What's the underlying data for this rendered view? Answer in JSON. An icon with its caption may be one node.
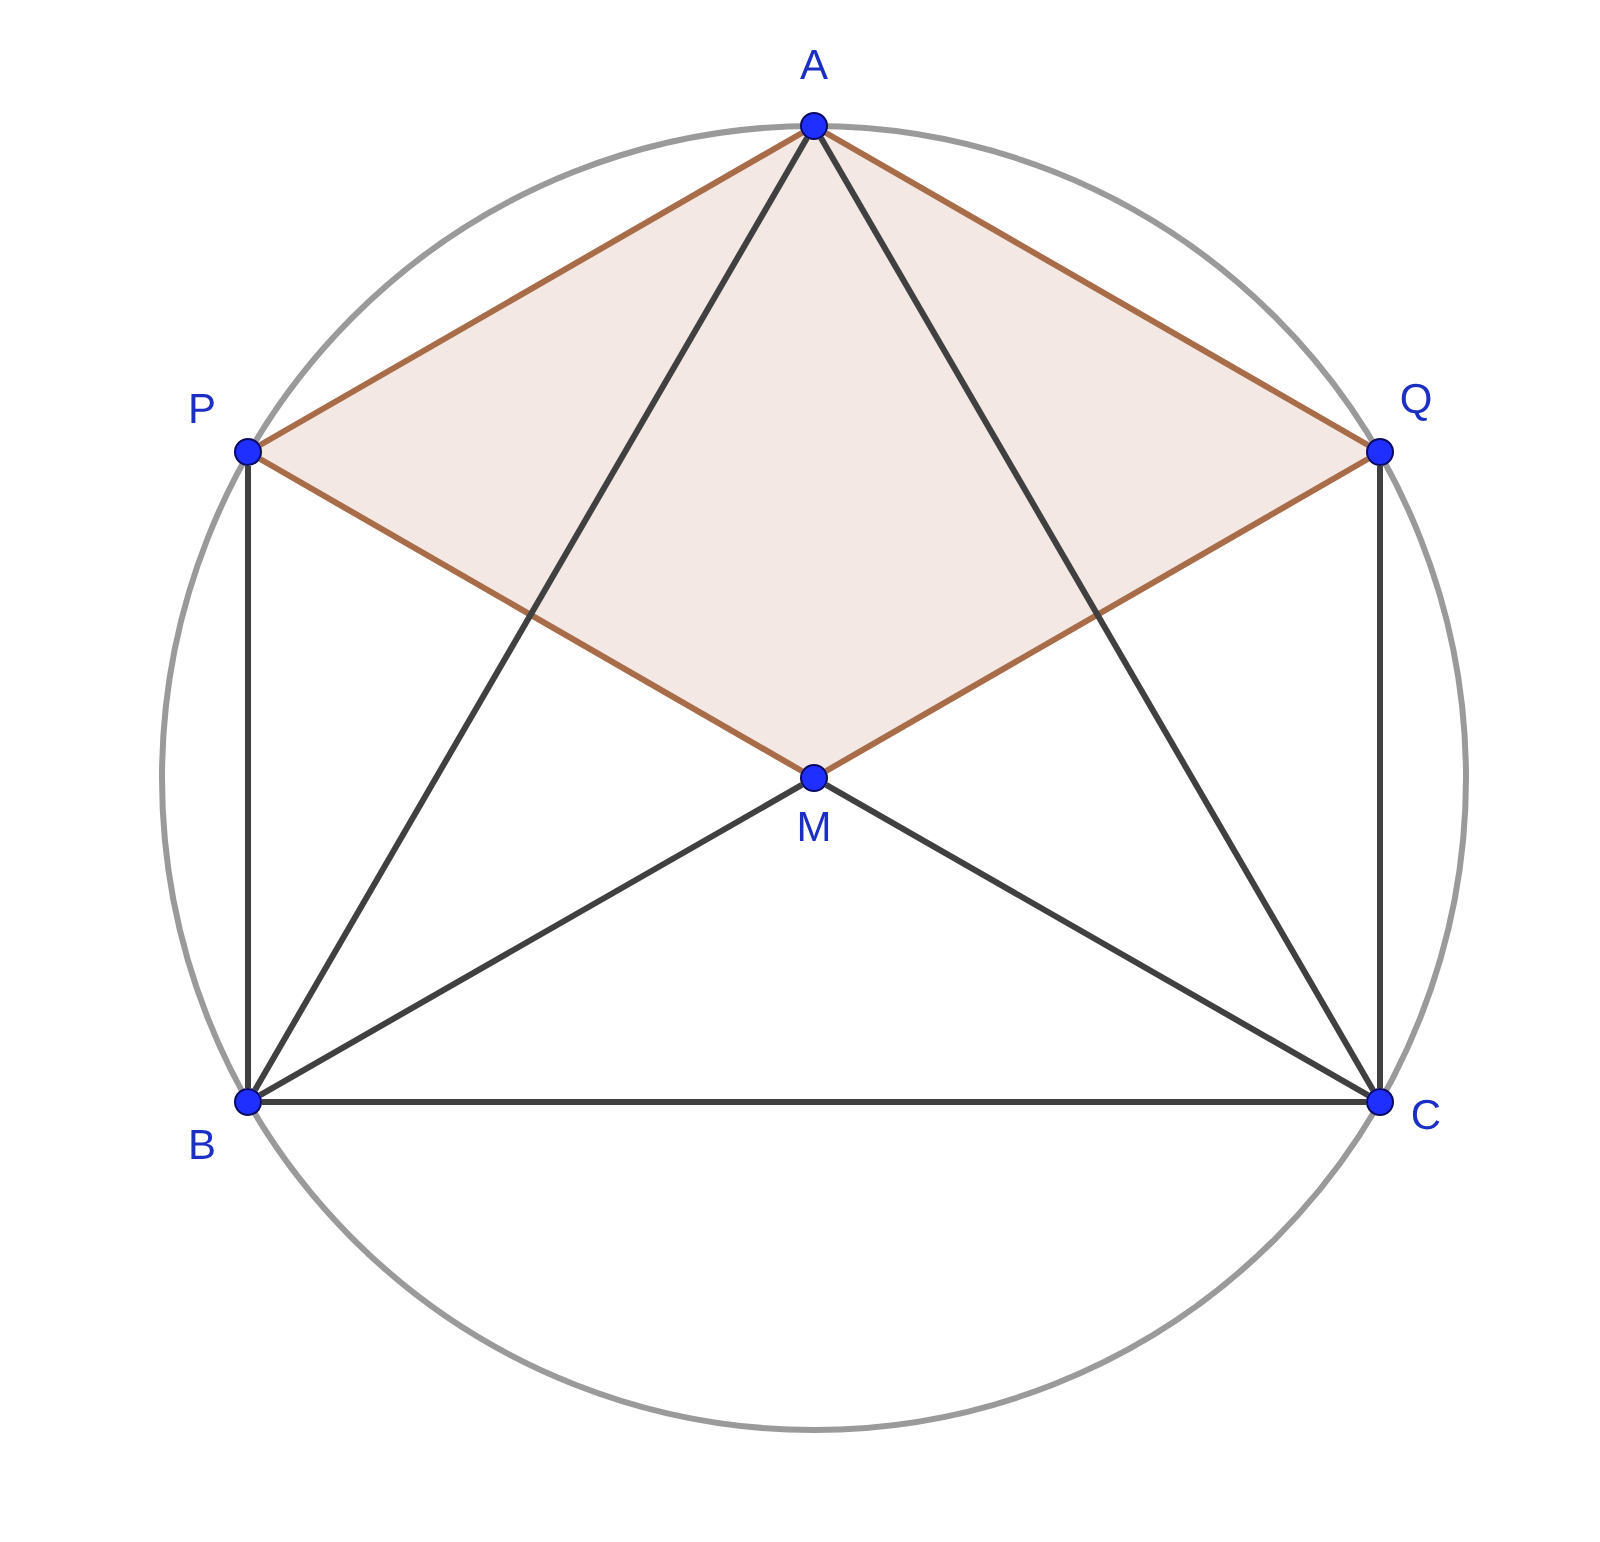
{
  "diagram": {
    "nodes": [
      {
        "text": [],
        "shape": "circle",
        "beside": [
          "A"
        ]
      },
      {
        "text": [],
        "shape": "circle",
        "beside": [
          "P"
        ]
      },
      {
        "text": [],
        "shape": "circle",
        "beside": [
          "Q"
        ]
      },
      {
        "text": [],
        "shape": "circle",
        "beside": [
          "M"
        ]
      },
      {
        "text": [],
        "shape": "circle",
        "beside": [
          "B"
        ]
      },
      {
        "text": [],
        "shape": "circle",
        "beside": [
          "C"
        ]
      }
    ],
    "edges": [
      {
        "from": 1,
        "to": 0,
        "arrow": "none",
        "color": "#a86c48"
      },
      {
        "from": 0,
        "to": 2,
        "arrow": "none",
        "color": "#a86c48"
      },
      {
        "from": 2,
        "to": 3,
        "arrow": "none",
        "color": "#a86c48"
      },
      {
        "from": 3,
        "to": 1,
        "arrow": "none",
        "color": "#a86c48"
      },
      {
        "from": 0,
        "to": 4,
        "arrow": "none"
      },
      {
        "from": 0,
        "to": 5,
        "arrow": "none"
      },
      {
        "from": 1,
        "to": 4,
        "arrow": "none"
      },
      {
        "from": 2,
        "to": 5,
        "arrow": "none"
      },
      {
        "from": 4,
        "to": 5,
        "arrow": "none"
      },
      {
        "from": 3,
        "to": 4,
        "arrow": "none"
      },
      {
        "from": 3,
        "to": 5,
        "arrow": "none"
      }
    ]
  }
}
